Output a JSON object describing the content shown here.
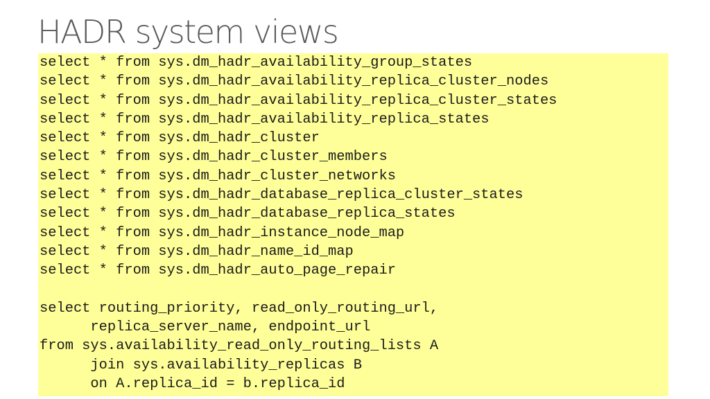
{
  "slide": {
    "title": "HADR system views",
    "code_lines": [
      "select * from sys.dm_hadr_availability_group_states",
      "select * from sys.dm_hadr_availability_replica_cluster_nodes",
      "select * from sys.dm_hadr_availability_replica_cluster_states",
      "select * from sys.dm_hadr_availability_replica_states",
      "select * from sys.dm_hadr_cluster",
      "select * from sys.dm_hadr_cluster_members",
      "select * from sys.dm_hadr_cluster_networks",
      "select * from sys.dm_hadr_database_replica_cluster_states",
      "select * from sys.dm_hadr_database_replica_states",
      "select * from sys.dm_hadr_instance_node_map",
      "select * from sys.dm_hadr_name_id_map",
      "select * from sys.dm_hadr_auto_page_repair",
      "",
      "select routing_priority, read_only_routing_url,",
      "      replica_server_name, endpoint_url",
      "from sys.availability_read_only_routing_lists A",
      "      join sys.availability_replicas B",
      "      on A.replica_id = b.replica_id"
    ],
    "colors": {
      "code_background": "#ffff99",
      "title_text": "#595959",
      "code_text": "#1a1a1a"
    }
  }
}
